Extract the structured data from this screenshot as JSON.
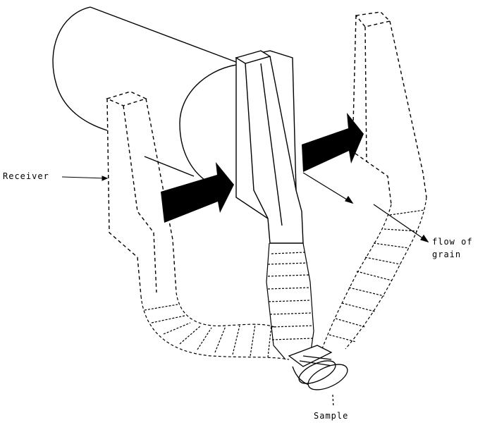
{
  "diagram": {
    "labels": {
      "receiver": "Receiver",
      "flow_line1": "flow of",
      "flow_line2": "grain",
      "sample": "Sample"
    },
    "colors": {
      "ink": "#000000",
      "background": "#ffffff"
    }
  }
}
